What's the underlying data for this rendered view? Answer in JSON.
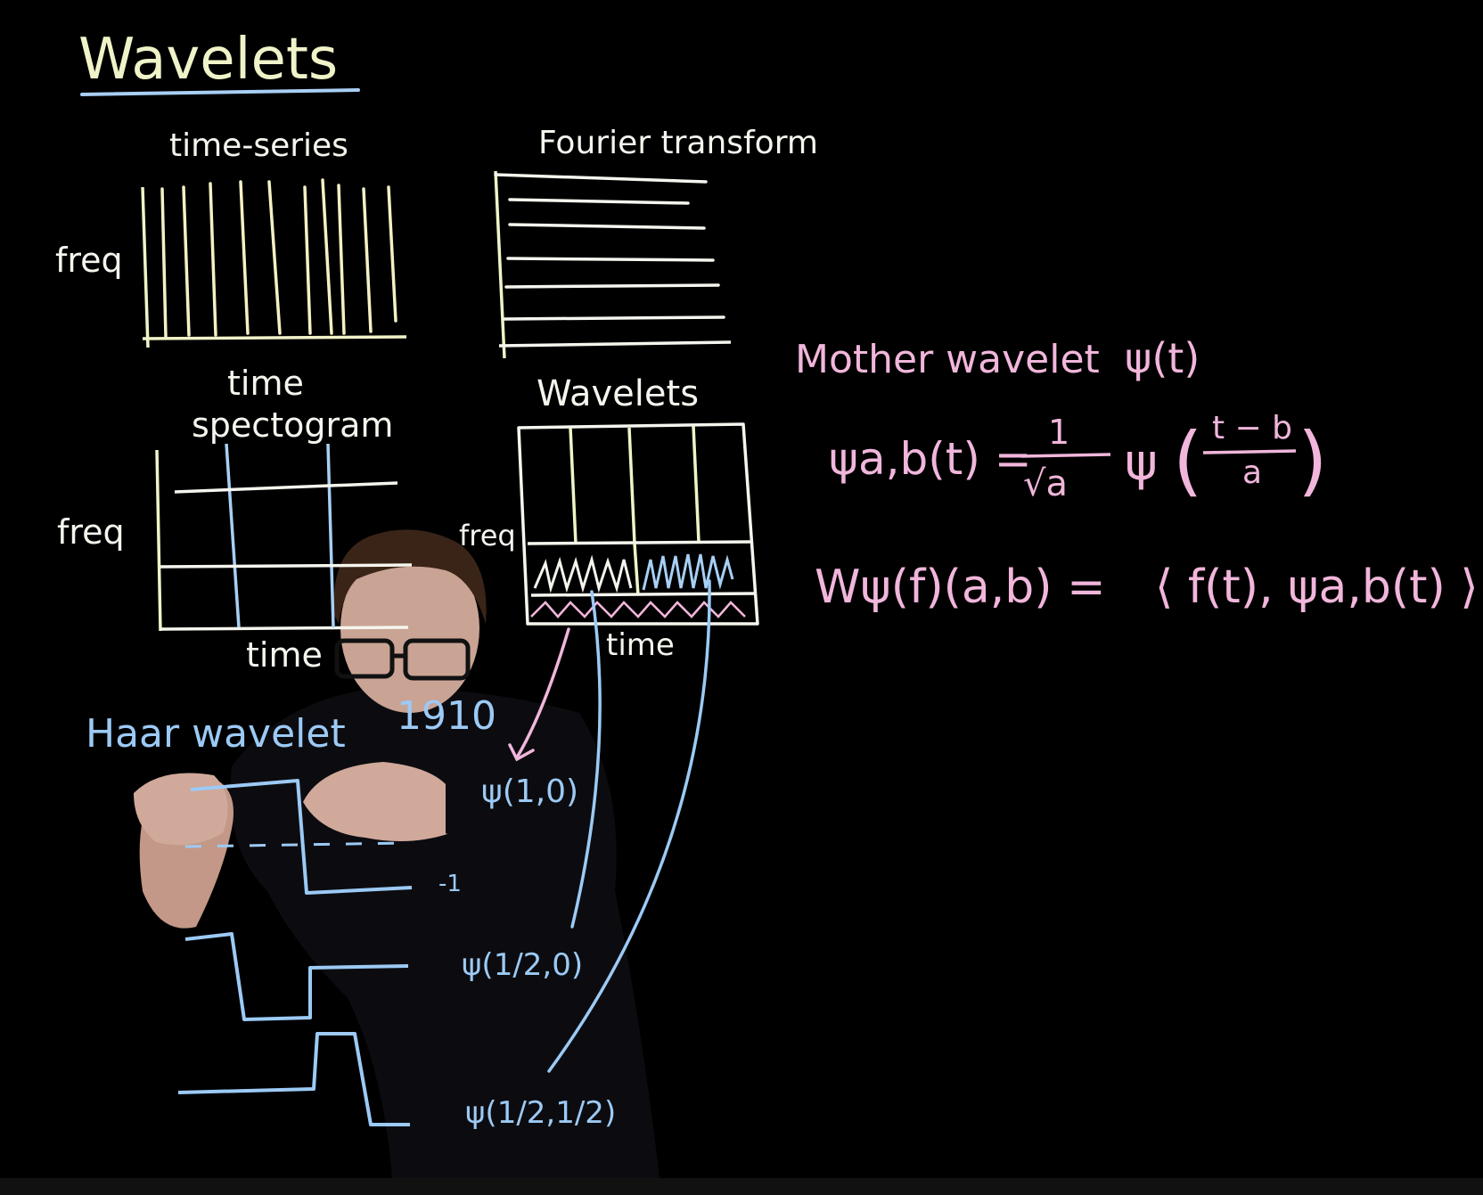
{
  "title": "Wavelets",
  "panels": {
    "time_series": {
      "title": "time-series",
      "ylabel": "freq",
      "xlabel": "time"
    },
    "fourier": {
      "title": "Fourier transform"
    },
    "spectrogram": {
      "title": "spectogram",
      "ylabel": "freq",
      "xlabel": "time"
    },
    "wavelets": {
      "title": "Wavelets",
      "ylabel": "freq",
      "xlabel": "time"
    }
  },
  "haar": {
    "title": "Haar wavelet",
    "year": "1910",
    "psi_10": "ψ(1,0)",
    "psi_half_0": "ψ(1/2,0)",
    "psi_half_half": "ψ(1/2,1/2)",
    "minus_one": "-1"
  },
  "equations": {
    "mother_label": "Mother wavelet",
    "mother_symbol": "ψ(t)",
    "psi_ab_lhs": "ψa,b(t) =",
    "fraction_num": "1",
    "fraction_den": "√a",
    "psi_arg_num": "t − b",
    "psi_arg_den": "a",
    "psi_label": "ψ",
    "transform_lhs": "Wψ(f)(a,b) =",
    "transform_rhs": "⟨ f(t), ψa,b(t) ⟩"
  },
  "colors": {
    "chalk_yellow": "#f0f3c8",
    "chalk_white": "#f5f5ee",
    "chalk_blue": "#9ccaf5",
    "chalk_pink": "#f1b6db",
    "background": "#000000",
    "presenter_shirt": "#0d0d10",
    "presenter_skin": "#caa596",
    "presenter_hair": "#3a2418"
  }
}
